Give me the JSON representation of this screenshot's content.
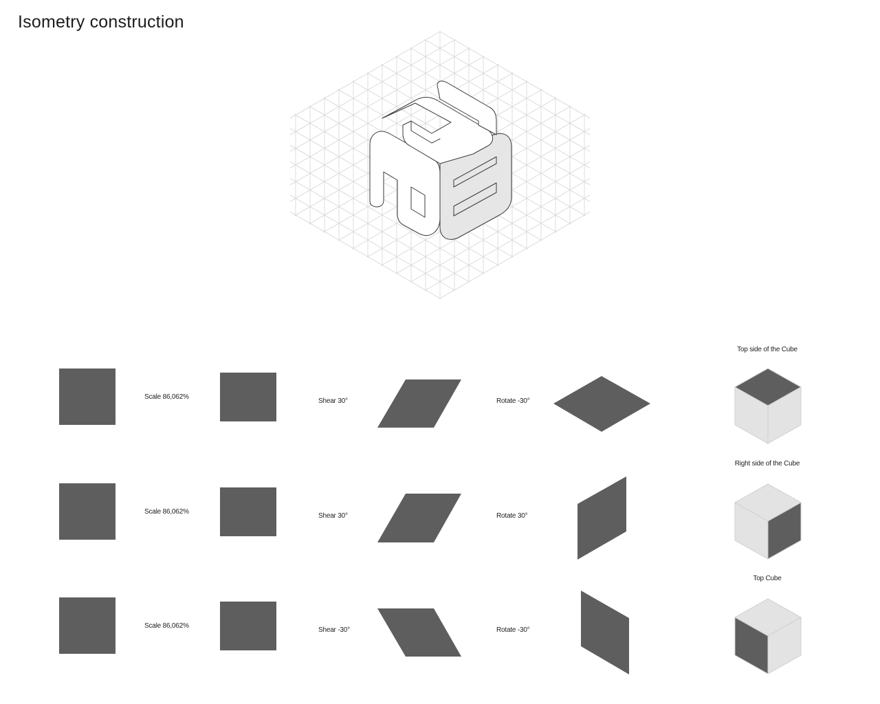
{
  "page": {
    "title": "Isometry construction"
  },
  "colors": {
    "dark_face": "#5e5e5e",
    "light_face": "#e3e3e3",
    "grid_line": "#dcdcdc",
    "outline": "#333333"
  },
  "icons": {
    "hero": "isometric-cube-logo"
  },
  "rows": [
    {
      "scale_label": "Scale 86,062%",
      "shear_label": "Shear 30°",
      "rotate_label": "Rotate -30°",
      "result_caption": "Top side of the Cube"
    },
    {
      "scale_label": "Scale 86,062%",
      "shear_label": "Shear 30°",
      "rotate_label": "Rotate 30°",
      "result_caption": "Right side of the Cube"
    },
    {
      "scale_label": "Scale 86,062%",
      "shear_label": "Shear -30°",
      "rotate_label": "Rotate -30°",
      "result_caption": "Top Cube"
    }
  ]
}
